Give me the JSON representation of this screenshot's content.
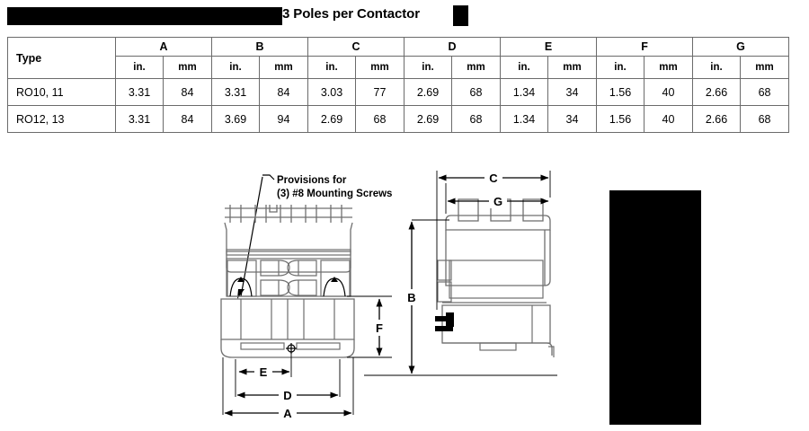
{
  "title": {
    "visible_text": "3 Poles per Contactor",
    "redacted_left": "",
    "redacted_right": ""
  },
  "table": {
    "type_header": "Type",
    "groups": [
      "A",
      "B",
      "C",
      "D",
      "E",
      "F",
      "G"
    ],
    "units": [
      "in.",
      "mm"
    ],
    "rows": [
      {
        "type": "RO10, 11",
        "values": [
          "3.31",
          "84",
          "3.31",
          "84",
          "3.03",
          "77",
          "2.69",
          "68",
          "1.34",
          "34",
          "1.56",
          "40",
          "2.66",
          "68"
        ]
      },
      {
        "type": "RO12, 13",
        "values": [
          "3.31",
          "84",
          "3.69",
          "94",
          "2.69",
          "68",
          "2.69",
          "68",
          "1.34",
          "34",
          "1.56",
          "40",
          "2.66",
          "68"
        ]
      }
    ]
  },
  "drawing": {
    "callout_line1": "Provisions for",
    "callout_line2": "(3) #8 Mounting Screws",
    "dimension_labels": {
      "A": "A",
      "B": "B",
      "C": "C",
      "D": "D",
      "E": "E",
      "F": "F",
      "G": "G"
    }
  },
  "colors": {
    "line": "#000000",
    "table_border": "#6b6b6b",
    "redaction": "#000000",
    "part_outline": "#808080",
    "background": "#ffffff"
  }
}
